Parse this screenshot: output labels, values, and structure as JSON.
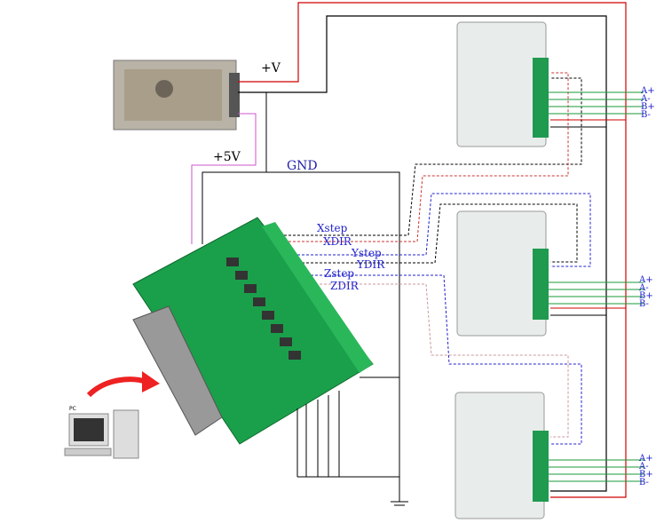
{
  "power": {
    "vplus": "+V",
    "v5": "+5V",
    "gnd": "GND"
  },
  "signals": [
    "Xstep",
    "XDIR",
    "Ystep",
    "YDIR",
    "Zstep",
    "ZDIR"
  ],
  "phases": [
    "A+",
    "A-",
    "B+",
    "B-"
  ],
  "pc_label": "PC",
  "colors": {
    "power": "#d00000",
    "logic": "#cc55cc",
    "board": "#1aa04a",
    "driver": "#e8ecea",
    "terminal": "#1f9a4f",
    "signal": "#2233bb"
  }
}
